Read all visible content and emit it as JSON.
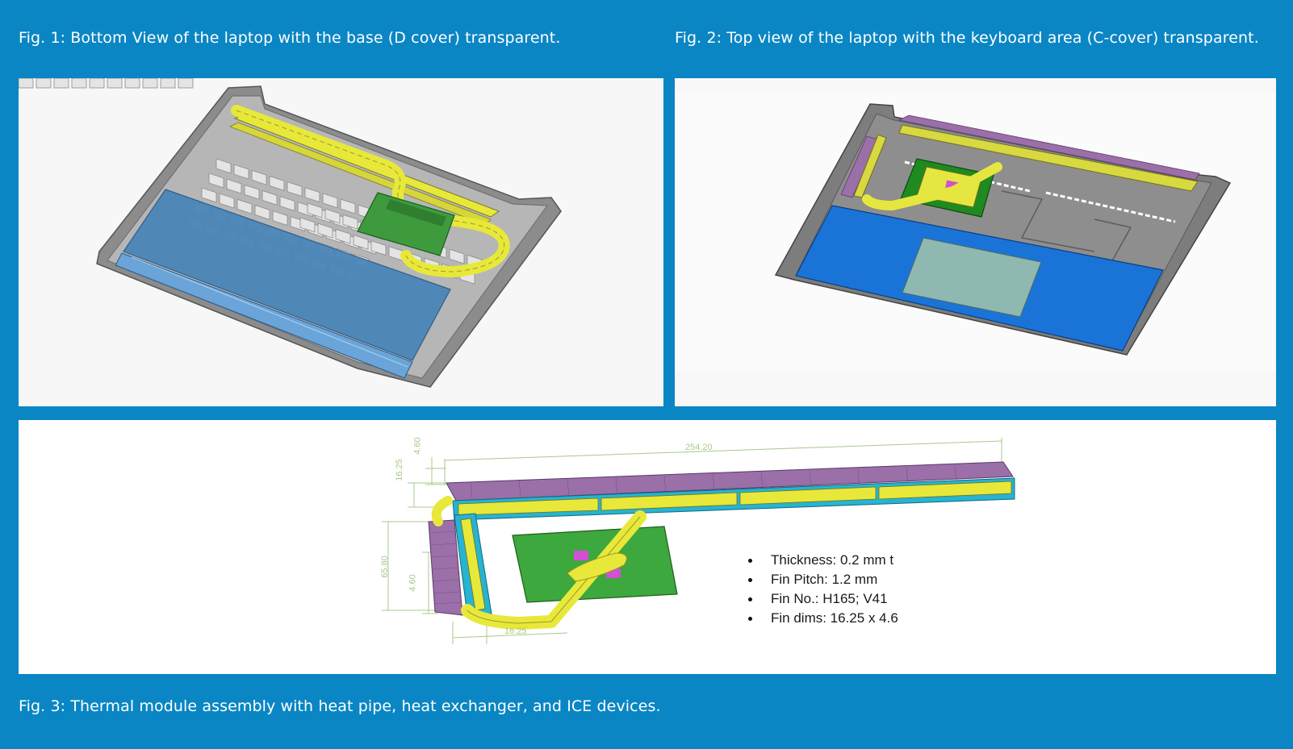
{
  "captions": {
    "fig1": "Fig. 1: Bottom View of the laptop with the base (D cover) transparent.",
    "fig2": "Fig. 2: Top view of the laptop with the keyboard area (C-cover) transparent.",
    "fig3": "Fig. 3: Thermal module assembly with heat pipe, heat exchanger, and ICE devices."
  },
  "specs": [
    "Thickness: 0.2 mm t",
    "Fin Pitch: 1.2 mm",
    "Fin No.: H165; V41",
    "Fin dims: 16.25 x 4.6"
  ],
  "dimensions": {
    "length": "254.20",
    "height_top": "4.60",
    "fin_height": "16.25",
    "side_length": "65.80",
    "side_fin": "4.60",
    "bottom_fin": "16.25"
  },
  "colors": {
    "background": "#0a86c4",
    "heat_pipe": "#e8e83a",
    "fins": "#9b6fa8",
    "board": "#3d9b3d",
    "battery_fig1": "#4a86b8",
    "battery_fig2": "#1a74d8",
    "chassis": "#8a8a8a"
  }
}
